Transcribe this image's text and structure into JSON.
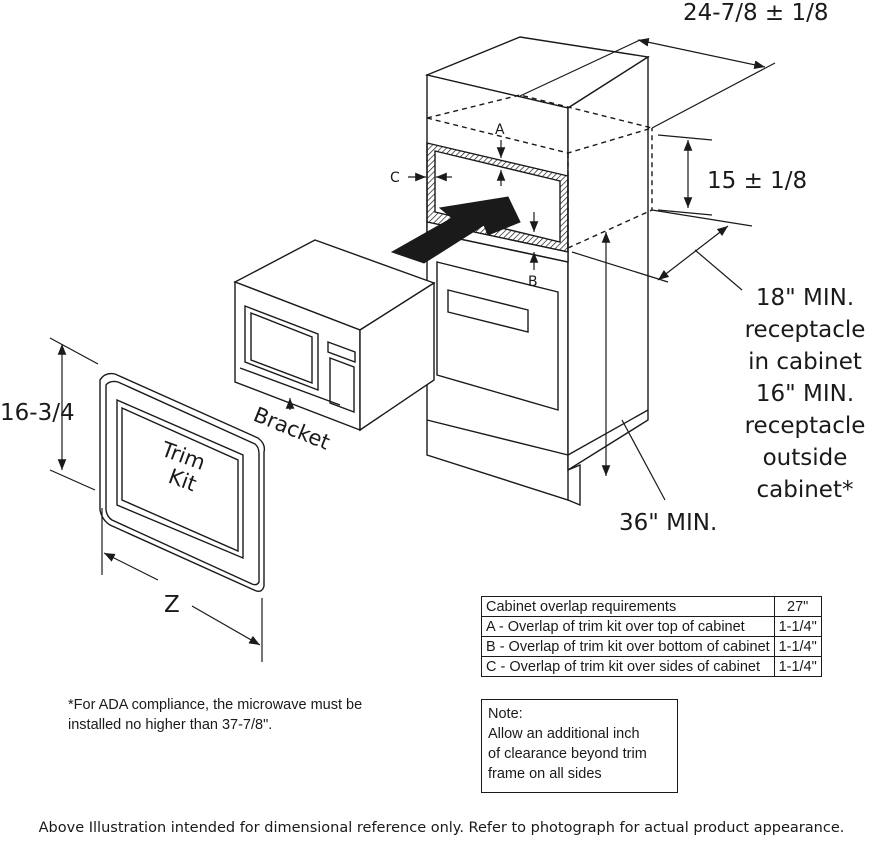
{
  "dimensions": {
    "depth": "24-7/8 ± 1/8",
    "cutout_height": "15 ± 1/8",
    "receptacle_note": [
      "18\" MIN.",
      "receptacle",
      "in cabinet",
      "16\" MIN.",
      "receptacle",
      "outside",
      "cabinet*"
    ],
    "floor_height": "36\" MIN.",
    "trim_height": "16-3/4",
    "trim_width": "Z"
  },
  "labels": {
    "overlap_a": "A",
    "overlap_b": "B",
    "overlap_c": "C",
    "bracket": "Bracket",
    "trim_kit_line1": "Trim",
    "trim_kit_line2": "Kit"
  },
  "overlap_table": {
    "header": "Cabinet overlap requirements",
    "header_value": "27\"",
    "rows": [
      {
        "label": "A - Overlap of trim kit over top of cabinet",
        "value": "1-1/4\""
      },
      {
        "label": "B - Overlap of trim kit over bottom of cabinet",
        "value": "1-1/4\""
      },
      {
        "label": "C - Overlap of trim kit over sides of cabinet",
        "value": "1-1/4\""
      }
    ]
  },
  "note": {
    "title": "Note:",
    "lines": [
      "Allow an additional inch",
      "of clearance beyond trim",
      "frame on all sides"
    ]
  },
  "ada_note": [
    "*For ADA compliance, the microwave must be",
    "installed no higher than 37-7/8\"."
  ],
  "footer": "Above Illustration intended for dimensional reference only. Refer to photograph for actual product appearance."
}
